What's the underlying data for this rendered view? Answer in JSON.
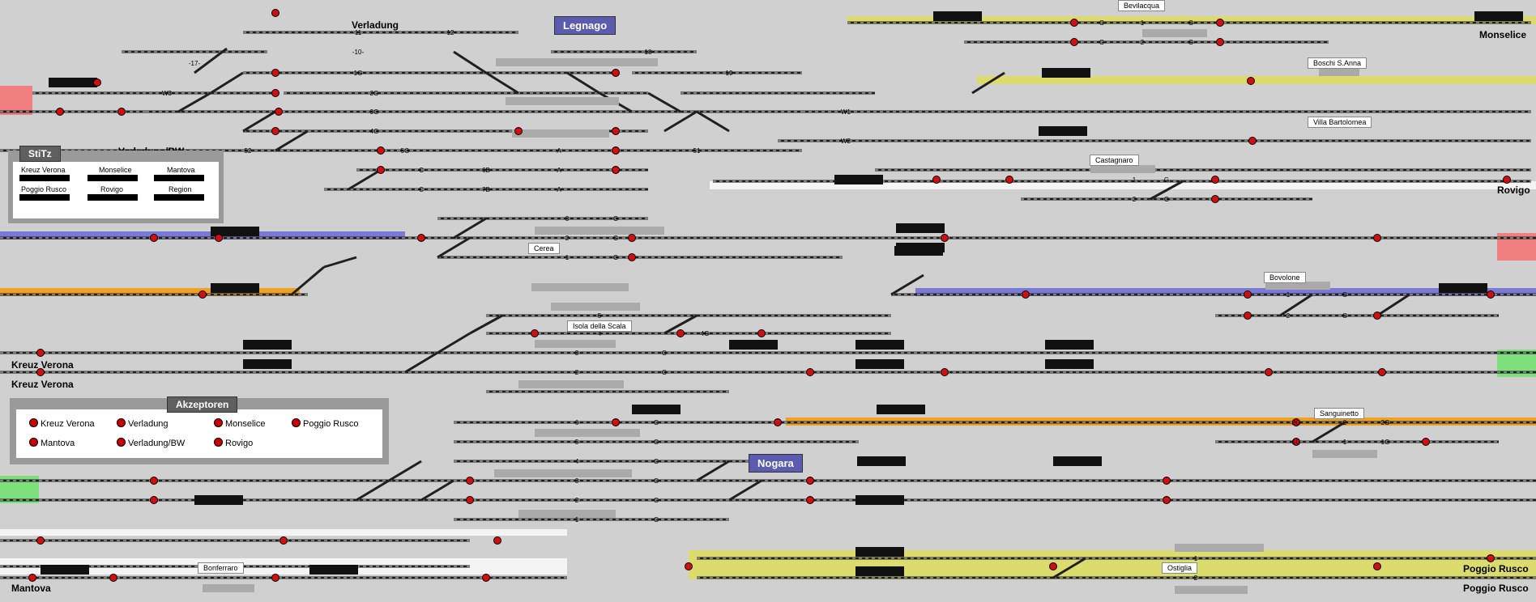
{
  "stations": {
    "legnago": "Legnago",
    "nogara": "Nogara",
    "bevilacqua": "Bevilacqua",
    "boschi": "Boschi S.Anna",
    "villa_bartolomea": "Villa Bartolomea",
    "castagnaro": "Castagnaro",
    "cerea": "Cerea",
    "bovolone": "Bovolone",
    "isola": "Isola della Scala",
    "sanguinetto": "Sanguinetto",
    "bonferraro": "Bonferraro",
    "ostiglia": "Ostiglia"
  },
  "endpoints": {
    "verladung": "Verladung",
    "verladung_bw": "Verladung/BW",
    "monselice": "Monselice",
    "rovigo": "Rovigo",
    "kreuz_verona_1": "Kreuz Verona",
    "kreuz_verona_2": "Kreuz Verona",
    "mantova": "Mantova",
    "poggio_rusco_1": "Poggio Rusco",
    "poggio_rusco_2": "Poggio Rusco"
  },
  "stitz": {
    "title": "StiTz",
    "cells": [
      "Kreuz Verona",
      "Monselice",
      "Mantova",
      "Poggio Rusco",
      "Rovigo",
      "Region"
    ]
  },
  "akzeptoren": {
    "title": "Akzeptoren",
    "items": [
      "Kreuz Verona",
      "Verladung",
      "Monselice",
      "Poggio Rusco",
      "Mantova",
      "Verladung/BW",
      "Rovigo"
    ]
  },
  "track_labels": {
    "legnago": [
      "W3",
      "17",
      "11",
      "10",
      "1G",
      "2G",
      "3G",
      "4G",
      "5G",
      "52",
      "6B",
      "C",
      "C",
      "7B",
      "12",
      "18",
      "19",
      "W1",
      "W2",
      "51",
      "A",
      "A",
      "A"
    ],
    "bevilacqua": [
      "G",
      "1",
      "G",
      "G",
      "2",
      "G"
    ],
    "castagnaro": [
      "1",
      "G",
      "2",
      "G"
    ],
    "cerea": [
      "3",
      "G",
      "2",
      "G",
      "1",
      "G"
    ],
    "bovolone": [
      "1",
      "G",
      "2",
      "G"
    ],
    "isola": [
      "5",
      "4",
      "4G",
      "3",
      "G",
      "2",
      "G"
    ],
    "sanguinetto": [
      "2G",
      "2",
      "2G",
      "1G",
      "1",
      "1G"
    ],
    "nogara": [
      "6",
      "G",
      "5",
      "G",
      "4",
      "G",
      "3",
      "G",
      "2",
      "G",
      "1",
      "G"
    ],
    "ostiglia": [
      "1",
      "2"
    ]
  },
  "colors": {
    "background": "#d0d0d0",
    "track": "#202020",
    "route_yellow": "#dcdc6e",
    "route_blue": "#7a7ad6",
    "route_orange": "#f0a020",
    "route_white": "#f4f4f4",
    "exit_red": "#f08080",
    "exit_green": "#7de07d",
    "signal_red": "#d01010",
    "title_blue": "#5b5bb0"
  }
}
